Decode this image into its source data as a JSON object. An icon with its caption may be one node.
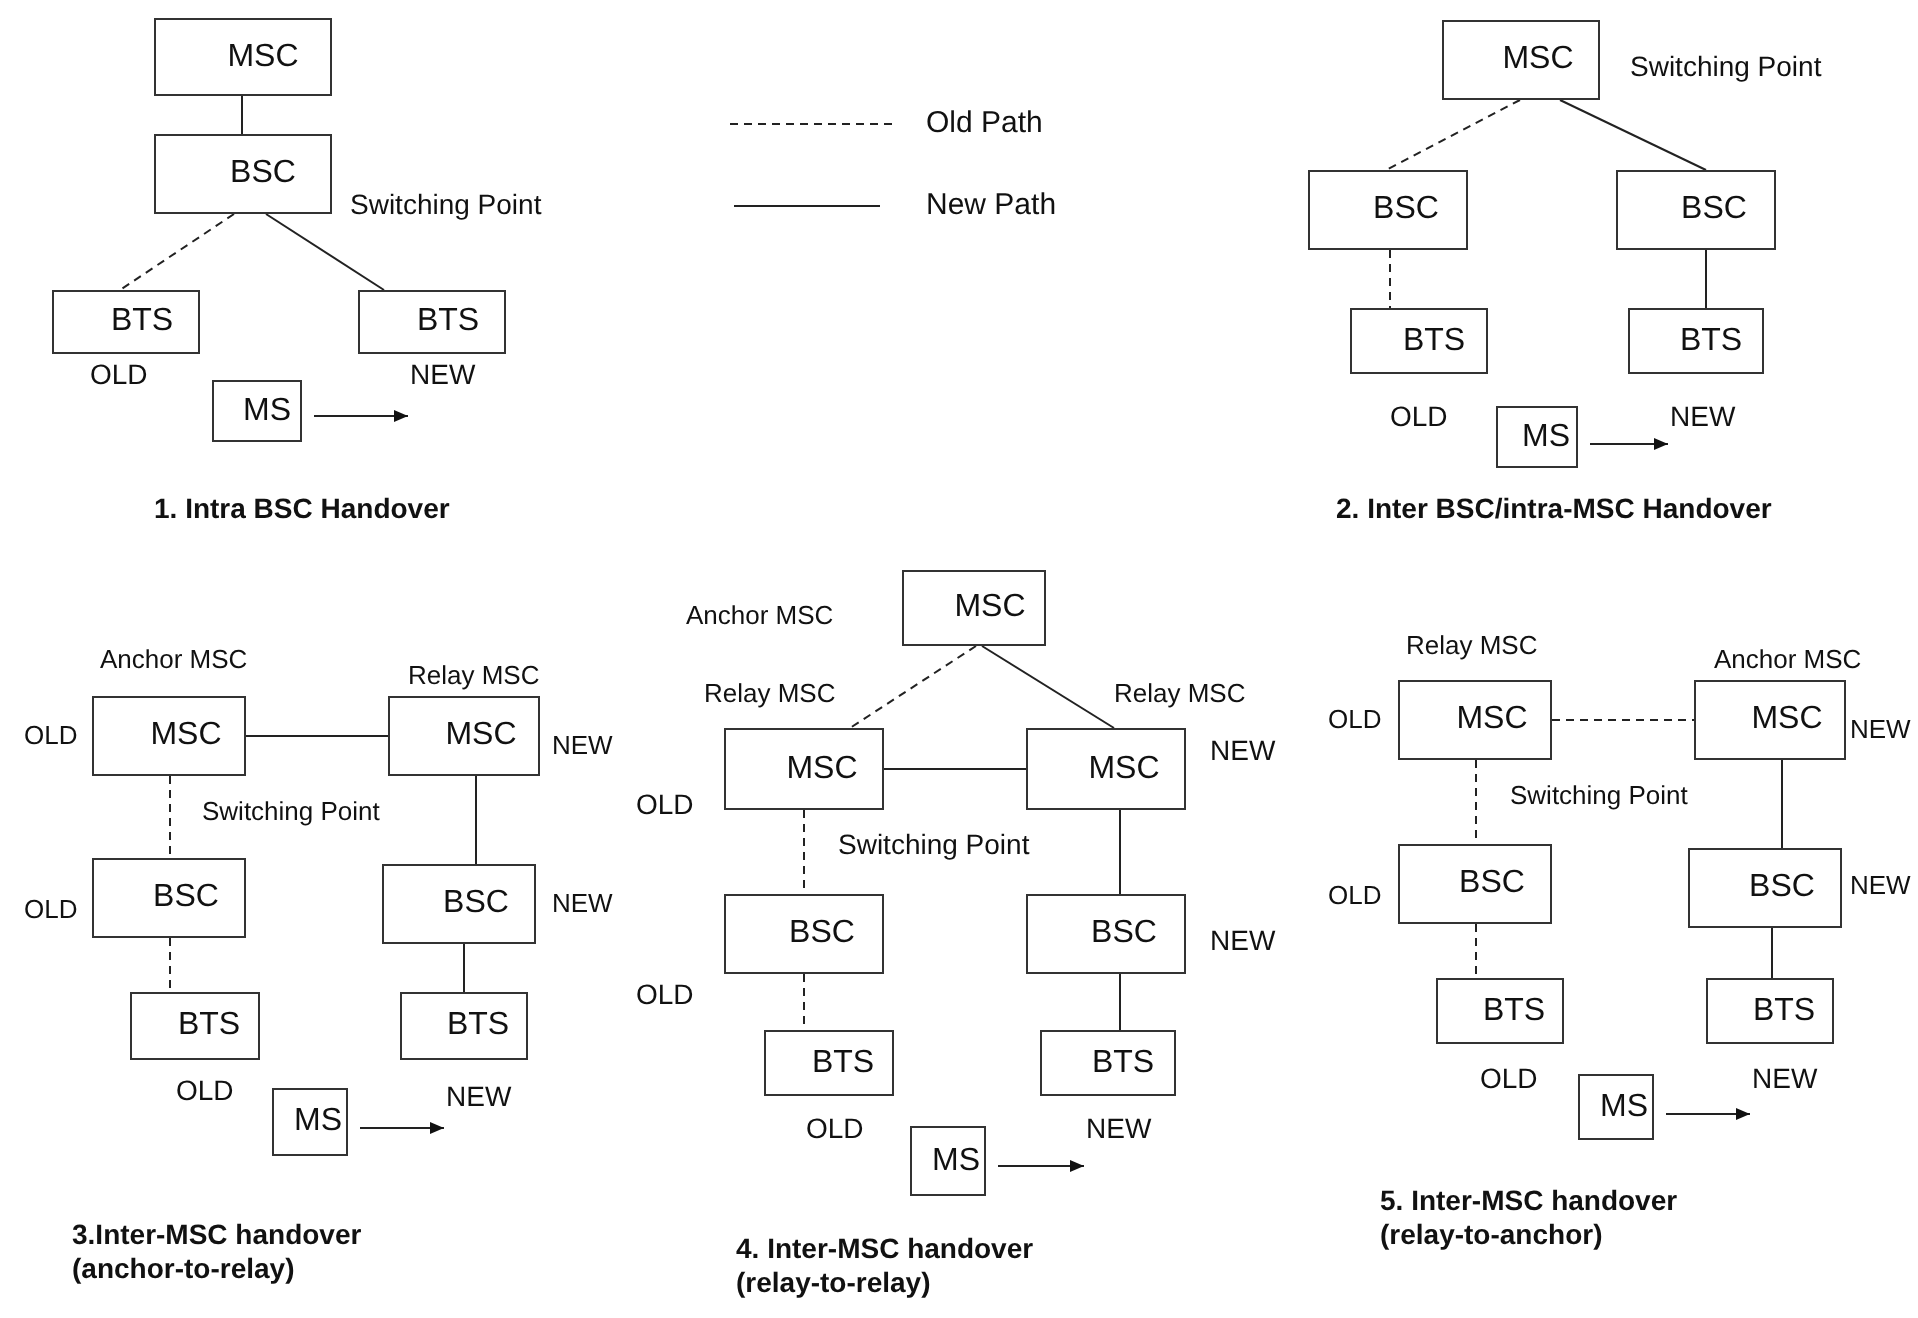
{
  "diagram": {
    "nodes": [
      {
        "text": [
          "MSC"
        ]
      },
      {
        "text": [
          "BSC"
        ]
      },
      {
        "text": [
          "BTS"
        ]
      },
      {
        "text": [
          "BTS"
        ]
      },
      {
        "text": [
          "MS"
        ]
      },
      {
        "text": [
          "MSC"
        ]
      },
      {
        "text": [
          "BSC"
        ]
      },
      {
        "text": [
          "BSC"
        ]
      },
      {
        "text": [
          "BTS"
        ]
      },
      {
        "text": [
          "BTS"
        ]
      },
      {
        "text": [
          "MS"
        ]
      },
      {
        "text": [
          "MSC"
        ]
      },
      {
        "text": [
          "MSC"
        ]
      },
      {
        "text": [
          "BSC"
        ]
      },
      {
        "text": [
          "BSC"
        ]
      },
      {
        "text": [
          "BTS"
        ]
      },
      {
        "text": [
          "BTS"
        ]
      },
      {
        "text": [
          "MS"
        ]
      },
      {
        "text": [
          "MSC"
        ]
      },
      {
        "text": [
          "MSC"
        ]
      },
      {
        "text": [
          "MSC"
        ]
      },
      {
        "text": [
          "BSC"
        ]
      },
      {
        "text": [
          "BSC"
        ]
      },
      {
        "text": [
          "BTS"
        ]
      },
      {
        "text": [
          "BTS"
        ]
      },
      {
        "text": [
          "MS"
        ]
      },
      {
        "text": [
          "MSC"
        ]
      },
      {
        "text": [
          "MSC"
        ]
      },
      {
        "text": [
          "BSC"
        ]
      },
      {
        "text": [
          "BSC"
        ]
      },
      {
        "text": [
          "BTS"
        ]
      },
      {
        "text": [
          "BTS"
        ]
      },
      {
        "text": [
          "MS"
        ]
      },
      {
        "text": [
          "NEW"
        ]
      },
      {
        "text": [
          "NEW"
        ]
      },
      {
        "text": [
          "NEW"
        ]
      },
      {
        "text": [
          "NEW"
        ]
      },
      {
        "text": [
          "NEW"
        ]
      }
    ],
    "edges": [
      {
        "from": 0,
        "to": 1,
        "arrow": "none"
      },
      {
        "from": 1,
        "to": 2,
        "arrow": "none",
        "style": "dashed"
      },
      {
        "from": 1,
        "to": 3,
        "arrow": "none"
      },
      {
        "from": 4,
        "to": 33,
        "arrow": "to"
      },
      {
        "from": 5,
        "to": 6,
        "arrow": "none",
        "style": "dashed"
      },
      {
        "from": 5,
        "to": 7,
        "arrow": "none"
      },
      {
        "from": 6,
        "to": 8,
        "arrow": "none",
        "style": "dashed"
      },
      {
        "from": 7,
        "to": 9,
        "arrow": "none"
      },
      {
        "from": 10,
        "to": 34,
        "arrow": "to"
      },
      {
        "from": 11,
        "to": 12,
        "arrow": "none"
      },
      {
        "from": 11,
        "to": 13,
        "arrow": "none",
        "style": "dashed"
      },
      {
        "from": 13,
        "to": 15,
        "arrow": "none",
        "style": "dashed"
      },
      {
        "from": 12,
        "to": 14,
        "arrow": "none"
      },
      {
        "from": 14,
        "to": 16,
        "arrow": "none"
      },
      {
        "from": 17,
        "to": 35,
        "arrow": "to"
      },
      {
        "from": 18,
        "to": 19,
        "arrow": "none",
        "style": "dashed"
      },
      {
        "from": 18,
        "to": 20,
        "arrow": "none"
      },
      {
        "from": 19,
        "to": 20,
        "arrow": "none"
      },
      {
        "from": 19,
        "to": 21,
        "arrow": "none",
        "style": "dashed"
      },
      {
        "from": 21,
        "to": 23,
        "arrow": "none",
        "style": "dashed"
      },
      {
        "from": 20,
        "to": 22,
        "arrow": "none"
      },
      {
        "from": 22,
        "to": 24,
        "arrow": "none"
      },
      {
        "from": 25,
        "to": 36,
        "arrow": "to"
      },
      {
        "from": 26,
        "to": 27,
        "arrow": "none",
        "style": "dashed"
      },
      {
        "from": 26,
        "to": 28,
        "arrow": "none",
        "style": "dashed"
      },
      {
        "from": 28,
        "to": 30,
        "arrow": "none",
        "style": "dashed"
      },
      {
        "from": 27,
        "to": 29,
        "arrow": "none"
      },
      {
        "from": 29,
        "to": 31,
        "arrow": "none"
      },
      {
        "from": 32,
        "to": 37,
        "arrow": "to"
      }
    ],
    "labels": [
      "Switching Point",
      "OLD",
      "1. Intra BSC Handover",
      "Switching Point",
      "OLD",
      "2. Inter BSC/intra-MSC Handover",
      "Anchor MSC",
      "Relay MSC",
      "OLD",
      "NEW",
      "Switching Point",
      "OLD",
      "NEW",
      "OLD",
      "3.Inter-MSC handover (anchor-to-relay)",
      "Anchor MSC",
      "Relay MSC",
      "Relay MSC",
      "OLD",
      "NEW",
      "Switching Point",
      "OLD",
      "NEW",
      "OLD",
      "4. Inter-MSC handover (relay-to-relay)",
      "Relay MSC",
      "Anchor MSC",
      "OLD",
      "NEW",
      "Switching Point",
      "OLD",
      "NEW",
      "OLD",
      "5. Inter-MSC handover (relay-to-anchor)"
    ],
    "legend": [
      {
        "text": "Old Path"
      },
      {
        "text": "New Path"
      }
    ]
  }
}
